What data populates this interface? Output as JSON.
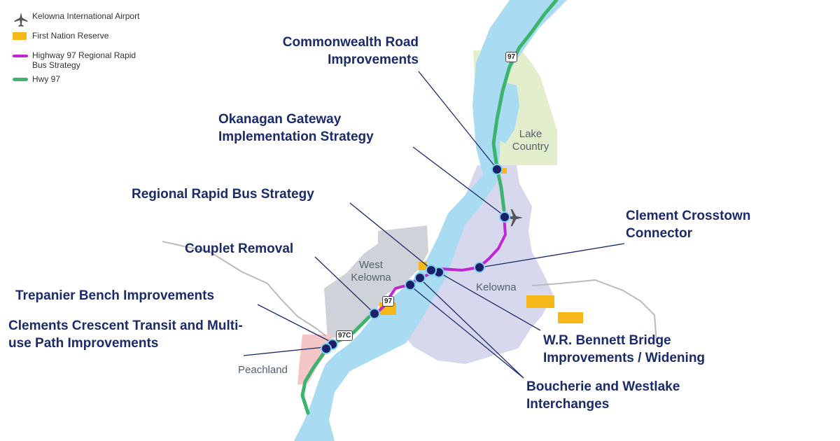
{
  "legend": {
    "airport": "Kelowna International Airport",
    "reserve": "First Nation Reserve",
    "bus": "Highway 97 Regional Rapid Bus Strategy",
    "hwy": "Hwy 97"
  },
  "callouts": {
    "commonwealth": "Commonwealth Road Improvements",
    "gateway": "Okanagan Gateway Implementation Strategy",
    "rapid_bus": "Regional Rapid Bus Strategy",
    "couplet": "Couplet Removal",
    "trepanier": "Trepanier Bench Improvements",
    "clements": "Clements Crescent Transit and Multi-use Path Improvements",
    "clement_crosstown": "Clement Crosstown Connector",
    "bennett": "W.R. Bennett Bridge Improvements / Widening",
    "boucherie": "Boucherie and Westlake Interchanges"
  },
  "places": {
    "lake_country": "Lake Country",
    "west_kelowna": "West Kelowna",
    "kelowna": "Kelowna",
    "peachland": "Peachland"
  },
  "shields": {
    "hwy97_north": "97",
    "hwy97_west": "97",
    "hwy97c": "97C"
  },
  "colors": {
    "water": "#a9dbf2",
    "lake_country": "#e3eecc",
    "kelowna": "#d7d8ee",
    "west_kelowna": "#d0d2da",
    "peachland": "#f5c6c6",
    "reserve": "#f5b71a",
    "bus": "#c026d3",
    "hwy": "#3cb46e",
    "callout_text": "#1b2a6b",
    "marker": "#1a2068",
    "marker_ring": "#7fd1f2"
  }
}
